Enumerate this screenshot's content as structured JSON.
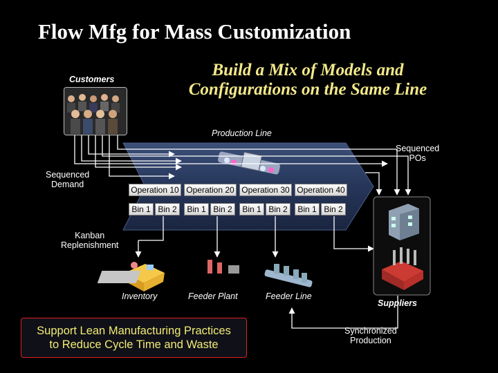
{
  "slide": {
    "title": "Flow Mfg for Mass Customization",
    "subtitle_line1": "Build a Mix of Models and",
    "subtitle_line2": "Configurations on the Same Line"
  },
  "labels": {
    "customers": "Customers",
    "production_line": "Production Line",
    "sequenced_pos_line1": "Sequenced",
    "sequenced_pos_line2": "POs",
    "sequenced_demand_line1": "Sequenced",
    "sequenced_demand_line2": "Demand",
    "kanban_line1": "Kanban",
    "kanban_line2": "Replenishment",
    "inventory": "Inventory",
    "feeder_plant": "Feeder Plant",
    "feeder_line": "Feeder Line",
    "suppliers": "Suppliers",
    "sync_line1": "Synchronized",
    "sync_line2": "Production"
  },
  "operations": [
    {
      "label": "Operation 10",
      "bins": [
        "Bin 1",
        "Bin 2"
      ]
    },
    {
      "label": "Operation 20",
      "bins": [
        "Bin 1",
        "Bin 2"
      ]
    },
    {
      "label": "Operation 30",
      "bins": [
        "Bin 1",
        "Bin 2"
      ]
    },
    {
      "label": "Operation 40",
      "bins": [
        "Bin 1",
        "Bin 2"
      ]
    }
  ],
  "callout": {
    "line1": "Support Lean Manufacturing Practices",
    "line2": "to Reduce Cycle Time and Waste"
  },
  "colors": {
    "title": "#ffffff",
    "subtitle": "#f3e98a",
    "callout_text": "#f1ec74",
    "callout_border": "#dd2222",
    "arrow": "#ffffff",
    "chevron_fill": "#2d3e63"
  }
}
